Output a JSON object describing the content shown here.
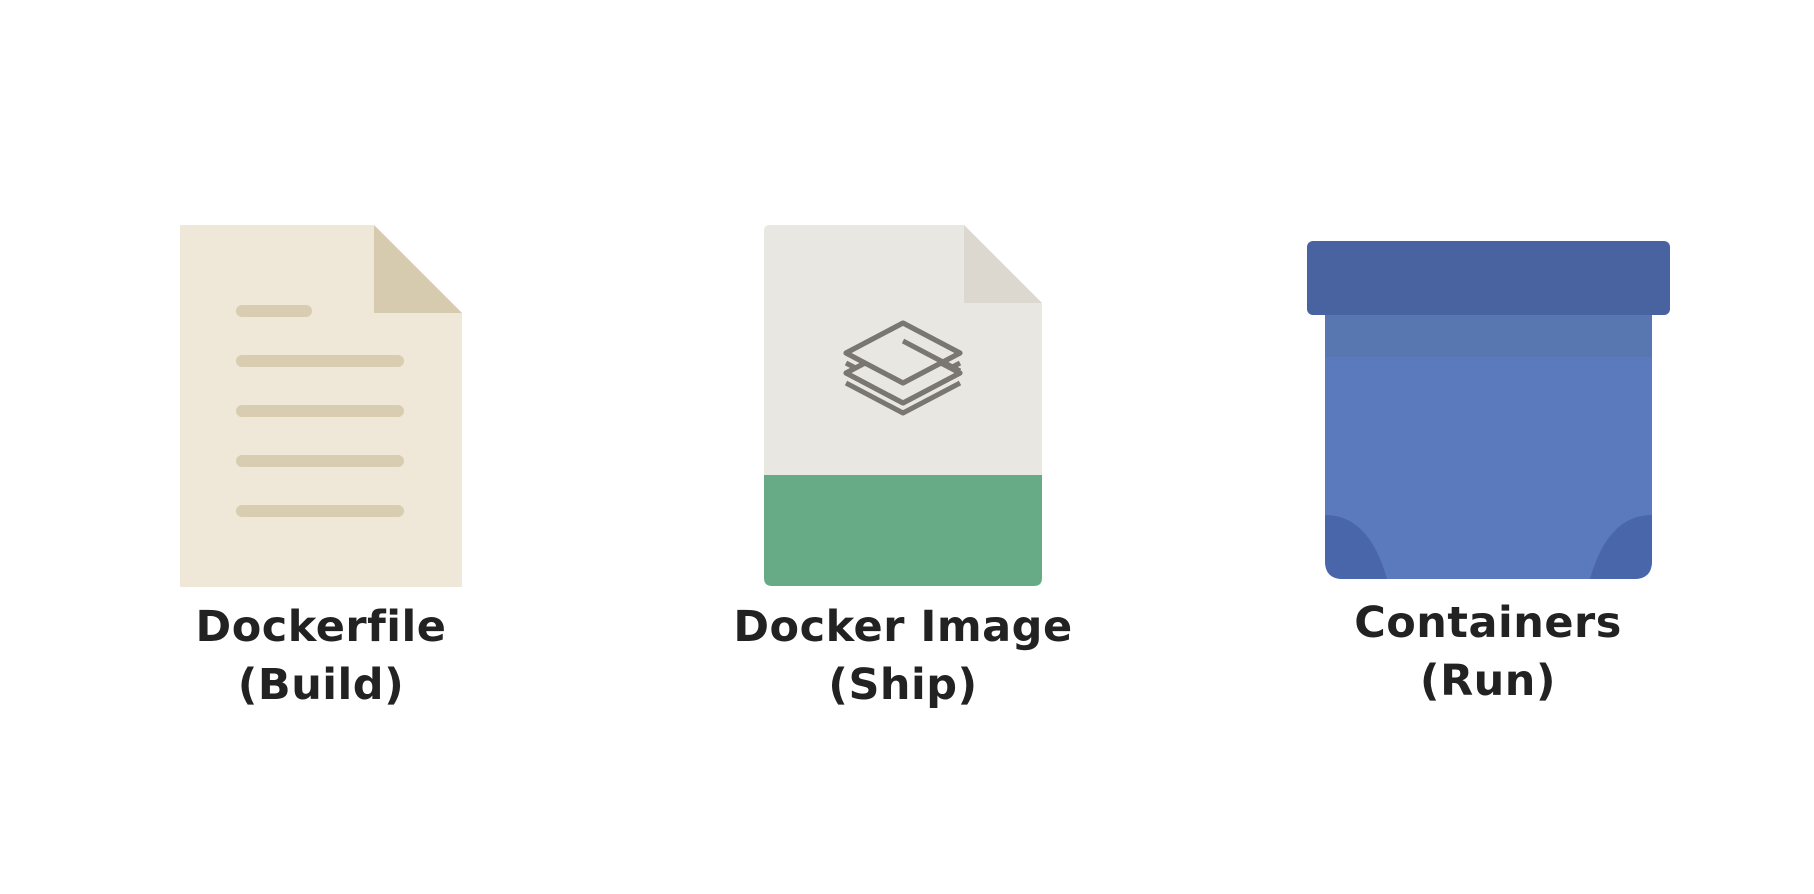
{
  "colors": {
    "background": "#ffffff",
    "label_text": "#222222",
    "dockerfile_paper": "#efe8d9",
    "dockerfile_fold": "#d6cbae",
    "dockerfile_lines": "#d8cdb0",
    "image_paper": "#e9e7e2",
    "image_fold": "#dcd8cf",
    "image_layers_stroke": "#7a7672",
    "image_band": "#66ab85",
    "container_lid": "#4863a0",
    "container_body": "#5b79bd",
    "container_body_top": "#5876b0",
    "container_corners": "#4a66aa"
  },
  "steps": [
    {
      "icon": "dockerfile-document-icon",
      "title": "Dockerfile",
      "subtitle": "(Build)"
    },
    {
      "icon": "docker-image-layers-icon",
      "title": "Docker Image",
      "subtitle": "(Ship)"
    },
    {
      "icon": "container-box-icon",
      "title": "Containers",
      "subtitle": "(Run)"
    }
  ]
}
